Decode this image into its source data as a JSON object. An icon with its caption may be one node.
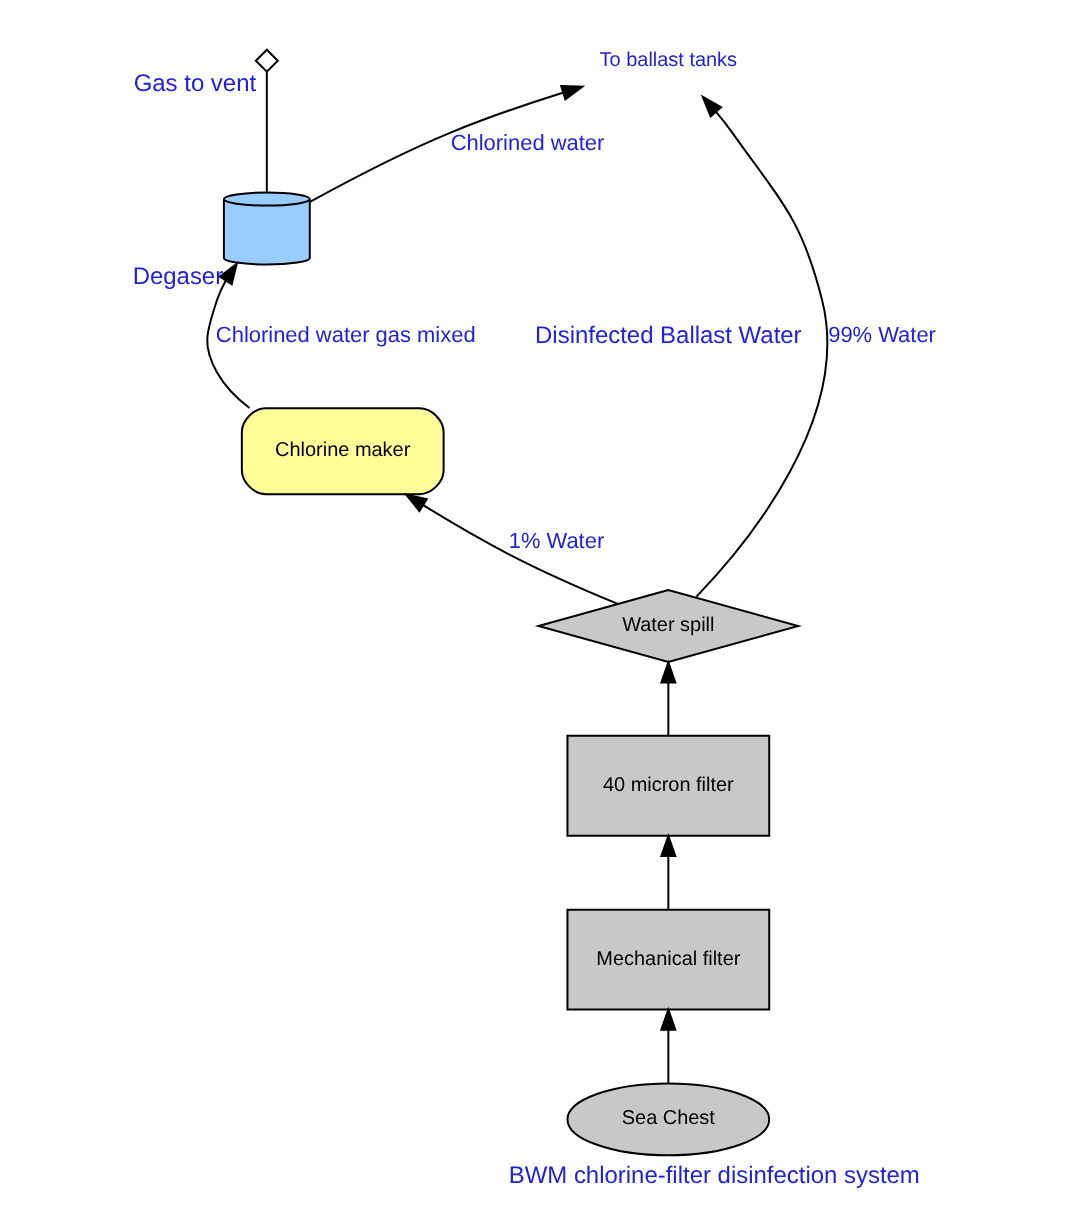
{
  "diagram": {
    "caption": "BWM chlorine-filter disinfection system",
    "nodes": [
      {
        "text": [
          "To ballast tanks"
        ]
      },
      {
        "text": [
          "Water spill"
        ]
      },
      {
        "text": [
          "40 micron filter"
        ]
      },
      {
        "text": [
          "Mechanical filter"
        ]
      },
      {
        "text": [
          "Sea Chest"
        ]
      },
      {
        "text": [
          "Chlorine maker"
        ]
      },
      {
        "text": [],
        "shape": "cylinder",
        "beside": [
          "Degaser"
        ]
      },
      {
        "text": [],
        "shape": "diamond",
        "beside": [
          "Gas to vent"
        ]
      }
    ],
    "edges": [
      {
        "from": 4,
        "to": 3,
        "arrow": "to"
      },
      {
        "from": 3,
        "to": 2,
        "arrow": "to"
      },
      {
        "from": 2,
        "to": 1,
        "arrow": "to"
      },
      {
        "from": 1,
        "to": 0,
        "arrow": "to",
        "label": "99% Water"
      },
      {
        "from": 1,
        "to": 5,
        "arrow": "to",
        "label": "1% Water"
      },
      {
        "from": 5,
        "to": 6,
        "arrow": "to",
        "label": "Chlorined water gas mixed"
      },
      {
        "from": 6,
        "to": 0,
        "arrow": "to",
        "label": "Chlorined water"
      },
      {
        "from": 6,
        "to": 7,
        "arrow": "none"
      }
    ],
    "labels": [
      "Disinfected Ballast Water"
    ]
  }
}
